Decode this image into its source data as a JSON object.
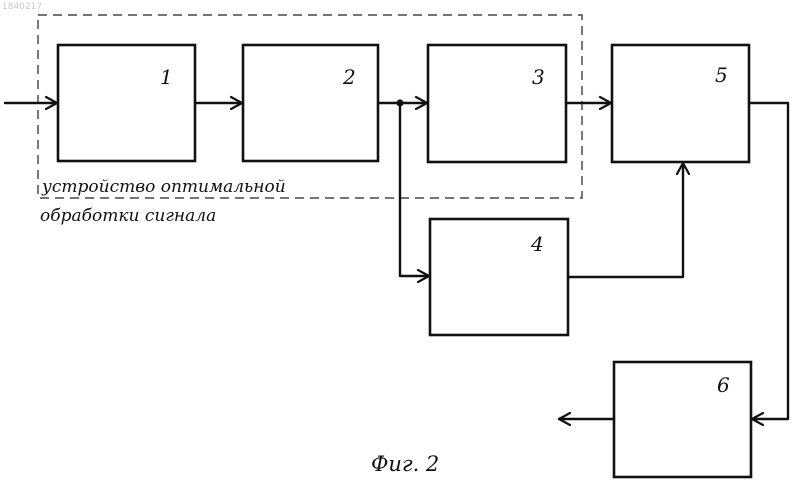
{
  "doc_stamp": "1840217",
  "group_label": {
    "line1": "устройство оптимальной",
    "line2": "обработки сигнала"
  },
  "blocks": [
    {
      "id": "1",
      "label": "1"
    },
    {
      "id": "2",
      "label": "2"
    },
    {
      "id": "3",
      "label": "3"
    },
    {
      "id": "4",
      "label": "4"
    },
    {
      "id": "5",
      "label": "5"
    },
    {
      "id": "6",
      "label": "6"
    }
  ],
  "figure_caption": "Фиг. 2"
}
